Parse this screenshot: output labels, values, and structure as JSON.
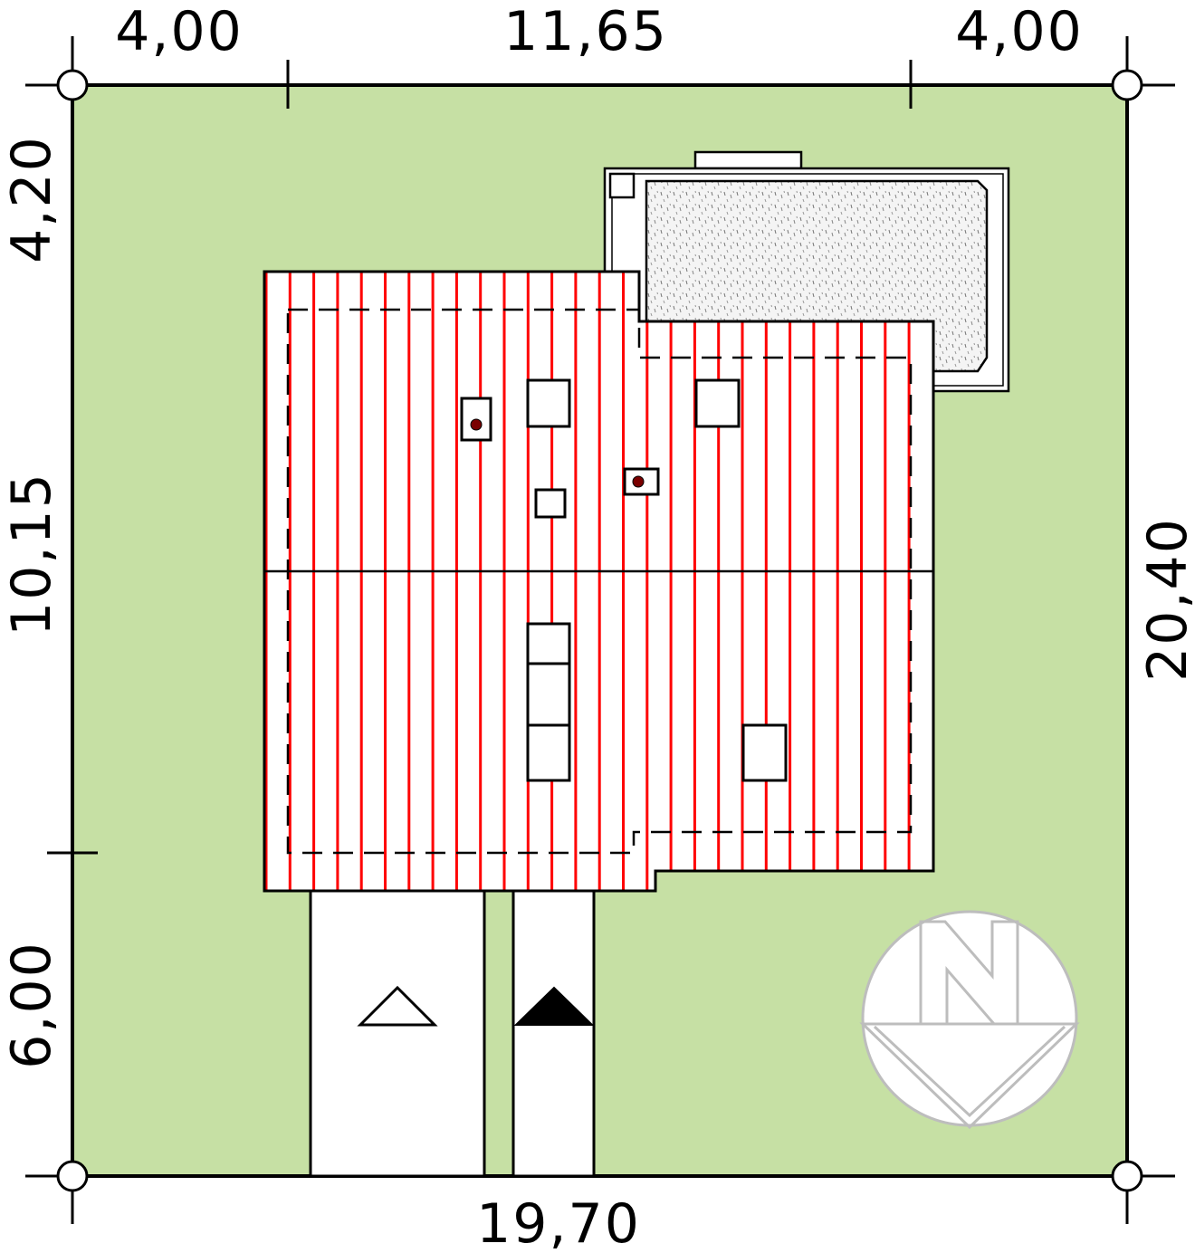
{
  "dimensions": {
    "top_left": "4,00",
    "top_middle": "11,65",
    "top_right": "4,00",
    "bottom": "19,70",
    "left_top": "4,20",
    "left_middle": "10,15",
    "left_bottom": "6,00",
    "right": "20,40"
  },
  "compass": {
    "label": "N",
    "icon": "north-arrow-icon"
  },
  "colors": {
    "plot": "#c6e0a4",
    "roof_lines": "#ff0000",
    "outline": "#000000",
    "compass": "#bdbdbd",
    "terrace_fill": "#f2f2f2"
  }
}
